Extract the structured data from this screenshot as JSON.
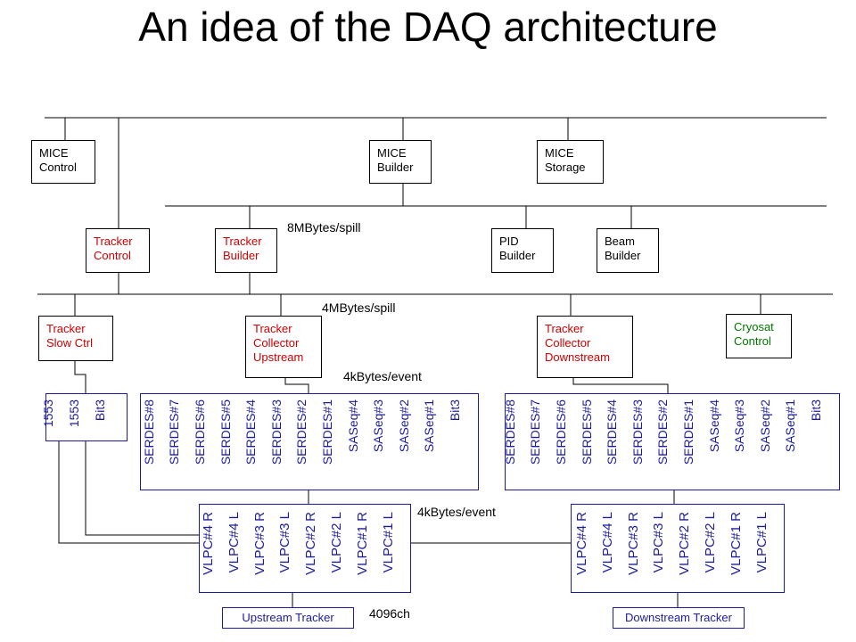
{
  "title": "An idea of the DAQ architecture",
  "boxes": {
    "mice_control": "MICE\nControl",
    "mice_builder": "MICE\nBuilder",
    "mice_storage": "MICE\nStorage",
    "tracker_control": "Tracker\nControl",
    "tracker_builder": "Tracker\nBuilder",
    "pid_builder": "PID\nBuilder",
    "beam_builder": "Beam\nBuilder",
    "tracker_slow_ctrl": "Tracker\nSlow Ctrl",
    "collector_upstream": "Tracker\nCollector\nUpstream",
    "collector_downstream": "Tracker\nCollector\nDownstream",
    "cryosat_control": "Cryosat\nControl"
  },
  "labels": {
    "rate_8mb": "8MBytes/spill",
    "rate_4mb": "4MBytes/spill",
    "rate_event_1": "4kBytes/event",
    "rate_event_2": "4kBytes/event",
    "channels": "4096ch"
  },
  "slow_card": [
    "Bit3",
    "1553",
    "1553"
  ],
  "serdes_card": [
    "Bit3",
    "SASeq#1",
    "SASeq#2",
    "SASeq#3",
    "SASeq#4",
    "SERDES#1",
    "SERDES#2",
    "SERDES#3",
    "SERDES#4",
    "SERDES#5",
    "SERDES#6",
    "SERDES#7",
    "SERDES#8"
  ],
  "vlpc_card": [
    "VLPC#1 L",
    "VLPC#1 R",
    "VLPC#2 L",
    "VLPC#2 R",
    "VLPC#3 L",
    "VLPC#3 R",
    "VLPC#4 L",
    "VLPC#4 R"
  ],
  "trackers": {
    "upstream": "Upstream Tracker",
    "downstream": "Downstream Tracker"
  }
}
